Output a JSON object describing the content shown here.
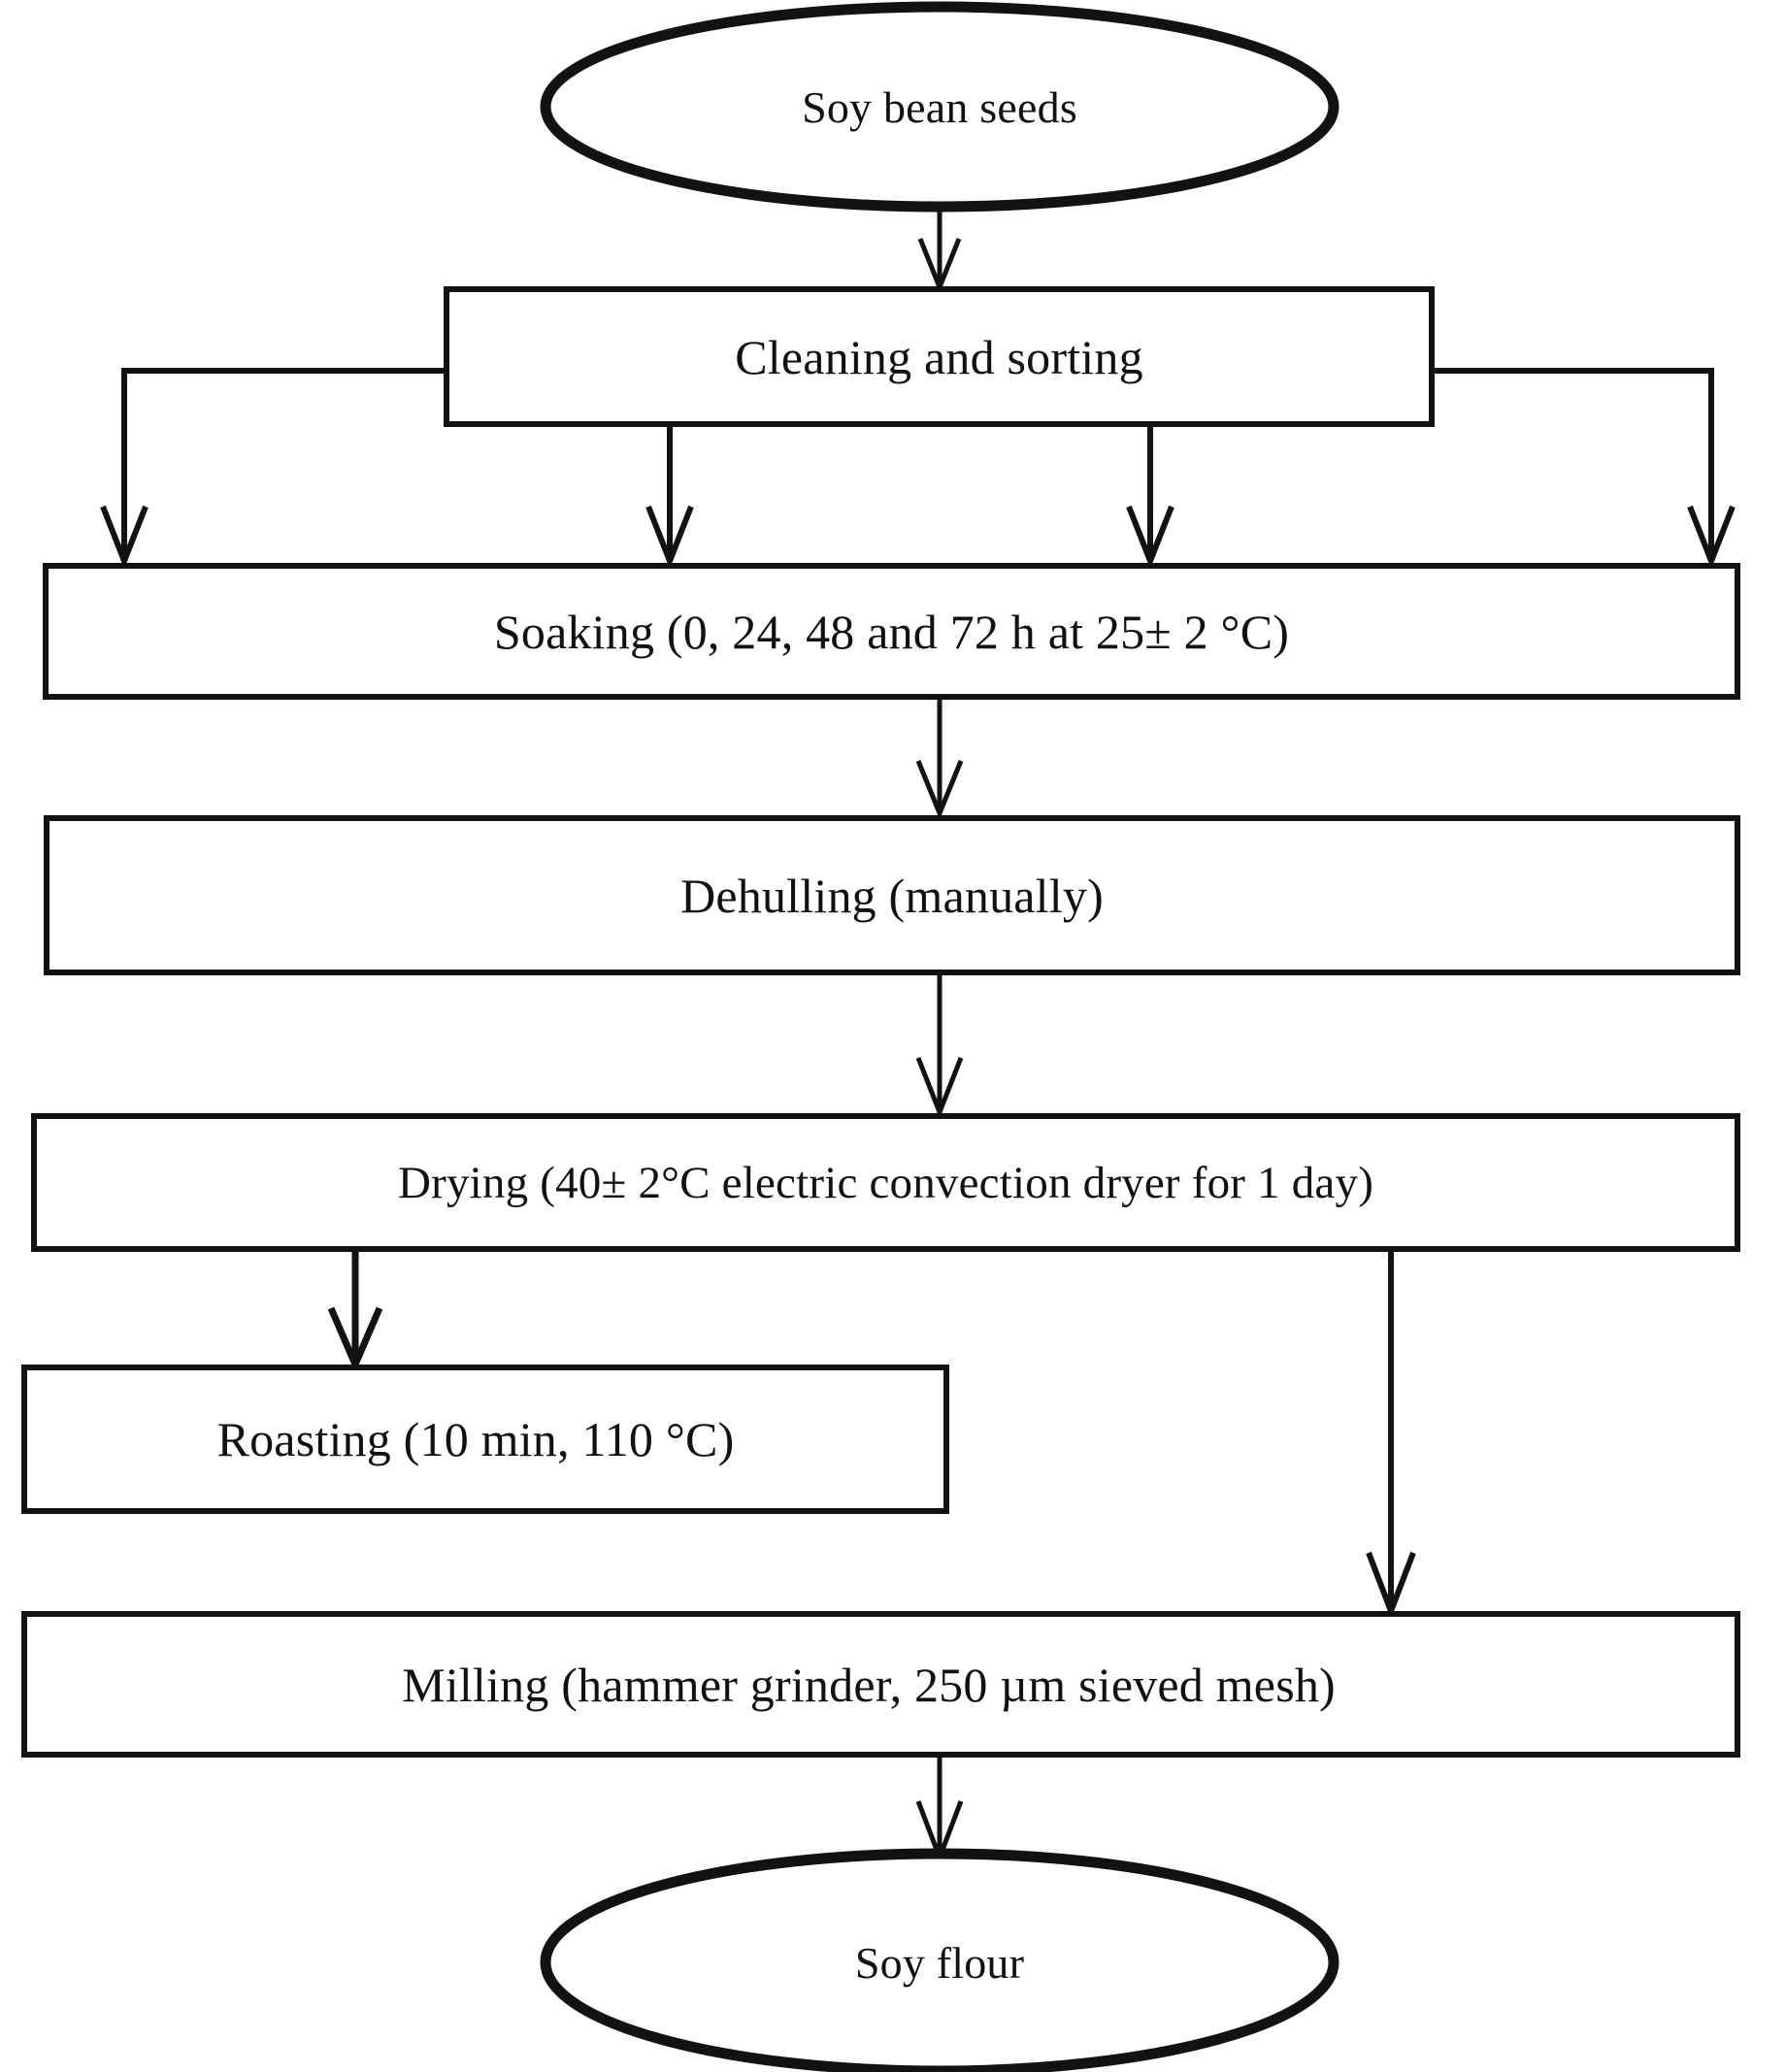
{
  "diagram": {
    "title": "Soy flour processing flowchart",
    "background_color": "#ffffff",
    "line_color": "#121212",
    "text_color": "#111111",
    "nodes": [
      {
        "id": "soy-bean-seeds",
        "shape": "ellipse",
        "label": "Soy bean seeds"
      },
      {
        "id": "cleaning-and-sorting",
        "shape": "rectangle",
        "label": "Cleaning and sorting"
      },
      {
        "id": "soaking",
        "shape": "rectangle",
        "label": "Soaking (0, 24, 48 and 72 h at 25± 2 °C)"
      },
      {
        "id": "dehulling",
        "shape": "rectangle",
        "label": "Dehulling (manually)"
      },
      {
        "id": "drying",
        "shape": "rectangle",
        "label": "Drying (40± 2°C electric convection dryer for 1 day)"
      },
      {
        "id": "roasting",
        "shape": "rectangle",
        "label": "Roasting (10 min, 110 °C)"
      },
      {
        "id": "milling",
        "shape": "rectangle",
        "label": "Milling (hammer grinder, 250 µm sieved mesh)"
      },
      {
        "id": "soy-flour",
        "shape": "ellipse",
        "label": "Soy flour"
      }
    ],
    "edges": [
      {
        "from": "soy-bean-seeds",
        "to": "cleaning-and-sorting",
        "style": "straight-down"
      },
      {
        "from": "cleaning-and-sorting",
        "to": "soaking",
        "style": "elbow-left-down"
      },
      {
        "from": "cleaning-and-sorting",
        "to": "soaking",
        "style": "straight-down"
      },
      {
        "from": "cleaning-and-sorting",
        "to": "soaking",
        "style": "straight-down"
      },
      {
        "from": "cleaning-and-sorting",
        "to": "soaking",
        "style": "elbow-right-down"
      },
      {
        "from": "soaking",
        "to": "dehulling",
        "style": "straight-down"
      },
      {
        "from": "dehulling",
        "to": "drying",
        "style": "straight-down"
      },
      {
        "from": "drying",
        "to": "roasting",
        "style": "straight-down"
      },
      {
        "from": "drying",
        "to": "milling",
        "style": "straight-down-bypass"
      },
      {
        "from": "milling",
        "to": "soy-flour",
        "style": "straight-down"
      }
    ]
  }
}
